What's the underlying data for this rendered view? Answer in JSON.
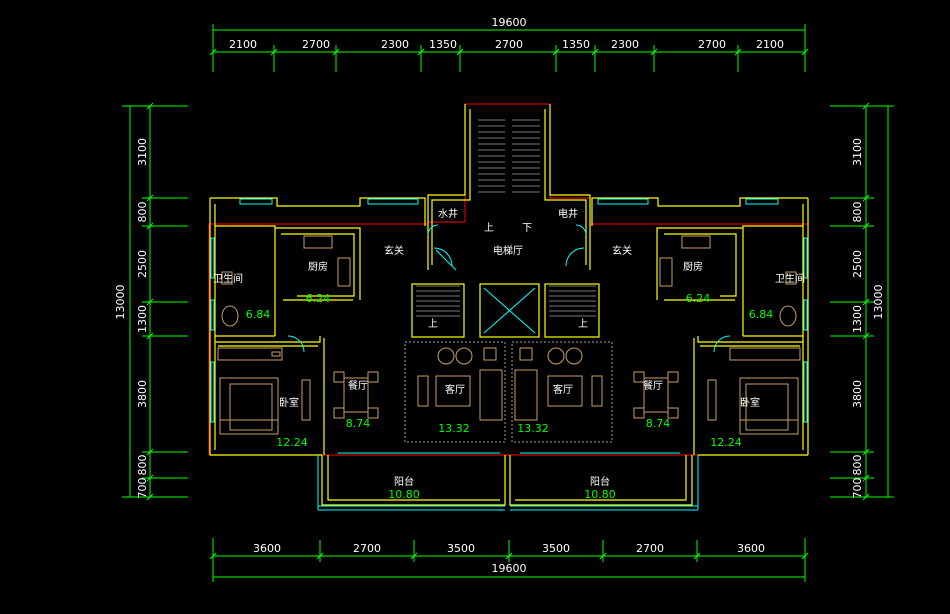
{
  "colors": {
    "dim": "#00ff00",
    "dim_text": "#ffffff",
    "wall": "#ffff00",
    "window": "#00ffff",
    "red": "#ff0000",
    "furniture": "#c8a060",
    "grey": "#a0a0a0",
    "area": "#00ff00",
    "room_text": "#ffffff"
  },
  "top_dims": {
    "total": "19600",
    "segments": [
      "2100",
      "2700",
      "2300",
      "1350",
      "2700",
      "1350",
      "2300",
      "2700",
      "2100"
    ]
  },
  "bottom_dims": {
    "total": "19600",
    "segments": [
      "3600",
      "2700",
      "3500",
      "3500",
      "2700",
      "3600"
    ]
  },
  "left_dims": {
    "total": "13000",
    "segments": [
      "3100",
      "800",
      "2500",
      "1300",
      "3800",
      "800",
      "700"
    ]
  },
  "right_dims": {
    "total": "13000",
    "segments": [
      "3100",
      "800",
      "2500",
      "1300",
      "3800",
      "800",
      "700"
    ]
  },
  "rooms": [
    {
      "name": "卫生间",
      "area": "6.84"
    },
    {
      "name": "厨房",
      "area": "6.24"
    },
    {
      "name": "玄关",
      "area": ""
    },
    {
      "name": "卧室",
      "area": "12.24"
    },
    {
      "name": "餐厅",
      "area": "8.74"
    },
    {
      "name": "客厅",
      "area": "13.32"
    },
    {
      "name": "客厅",
      "area": "13.32"
    },
    {
      "name": "餐厅",
      "area": "8.74"
    },
    {
      "name": "卧室",
      "area": "12.24"
    },
    {
      "name": "厨房",
      "area": "6.24"
    },
    {
      "name": "卫生间",
      "area": "6.84"
    },
    {
      "name": "玄关",
      "area": ""
    }
  ],
  "balconies": [
    {
      "name": "阳台",
      "area": "10.80"
    },
    {
      "name": "阳台",
      "area": "10.80"
    }
  ],
  "core": {
    "hall": "电梯厅",
    "shaft_left": "水井",
    "shaft_right": "电井",
    "stair_up": "上",
    "stair_down": "下",
    "up_left": "上",
    "up_right": "上"
  }
}
